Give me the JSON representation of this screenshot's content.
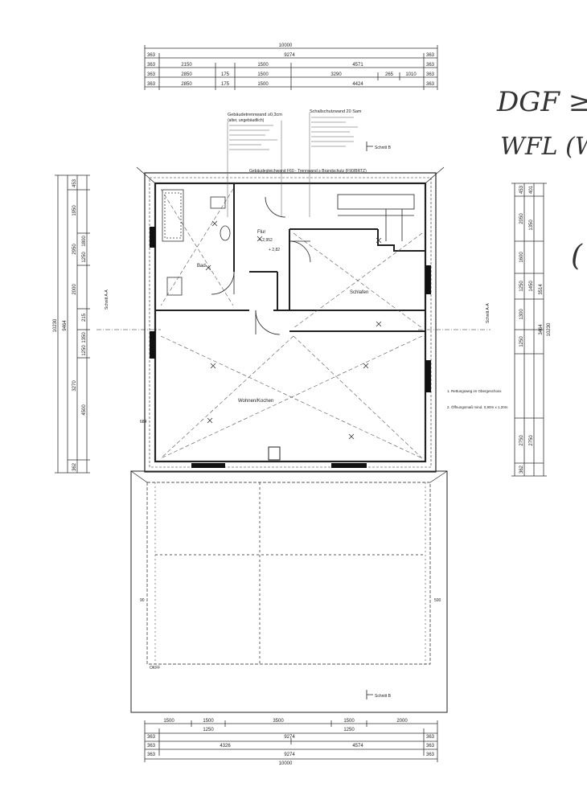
{
  "dimensions": {
    "top": {
      "overall": "10000",
      "row1": [
        "363",
        "9274",
        "363"
      ],
      "row2": [
        "363",
        "2150",
        "1500",
        "4571",
        "363"
      ],
      "row3": [
        "363",
        "2850",
        "175",
        "1500",
        "3290",
        "265",
        "1010",
        "363"
      ],
      "row4": [
        "363",
        "2850",
        "175",
        "1500",
        "4424",
        "363"
      ]
    },
    "bottom": {
      "row0": [
        "1500",
        "1500",
        "3500",
        "1500",
        "2000"
      ],
      "row0b": [
        "1250",
        "1250"
      ],
      "row1": [
        "363",
        "9274",
        "363"
      ],
      "row2": [
        "363",
        "4326",
        "4574",
        "363"
      ],
      "row3": [
        "363",
        "9274",
        "363"
      ],
      "overall": "10000"
    },
    "left": {
      "overall": "10230",
      "sub": [
        "9464"
      ],
      "chain": [
        "453",
        "1950",
        "2950",
        "2000",
        "3270",
        "362"
      ],
      "inner": [
        "1800",
        "1250",
        "1350",
        "1250",
        "4500",
        "215"
      ]
    },
    "right": {
      "overall": "10230",
      "chain": [
        "453",
        "2050",
        "1600",
        "1250",
        "1300",
        "1250",
        "2750",
        "362"
      ],
      "inner": [
        "401",
        "1350",
        "1450",
        "2750",
        "3514",
        "3464"
      ]
    }
  },
  "rooms": {
    "bath_label": "Bad",
    "hall_label": "Flur",
    "bedroom_label": "Schlafen",
    "living_label": "Wohnen/Kochen",
    "level_1": "+ 2,952",
    "level_2": "+ 2,82"
  },
  "annotations": {
    "wall_heading_left": "Gebäudetrennwand ≥0,3cm",
    "wall_sub_left": "(alter, ungebäudlich)",
    "wall_heading_right": "Schallschutzwand 20 Sam",
    "roof_note": "Gebäudegleichwand F60 - Trennwand ≥ Brandschutz (F90/BRTZ)",
    "section_b_top": "Schnitt B",
    "section_b_bottom": "Schnitt B",
    "section_a_left": "Schnitt A-A",
    "section_a_right": "Schnitt A-A",
    "okff": "OKFF",
    "note_right": "1. Rettungsweg im Obergeschoss",
    "note_right_2": "2. Öffnungsmaß mind. 0,90m x 1,20m",
    "dim_90": "90",
    "dim_500": "500",
    "dim_684": "684"
  },
  "handwriting": {
    "line1": "DGF ≥",
    "line2": "WFL (W",
    "line3": "("
  }
}
